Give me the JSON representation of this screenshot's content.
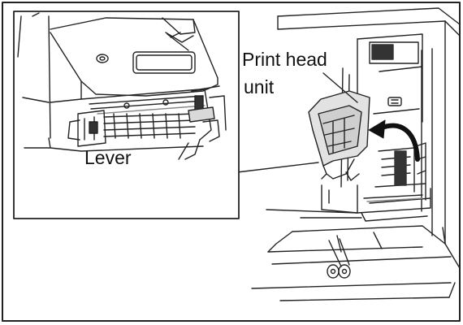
{
  "labels": {
    "print_head_line1": "Print head",
    "print_head_line2": "unit",
    "lever": "Lever"
  },
  "colors": {
    "line": "#222222",
    "background": "#ffffff",
    "shading": "#d9d9d9",
    "dark_fill": "#333333"
  }
}
